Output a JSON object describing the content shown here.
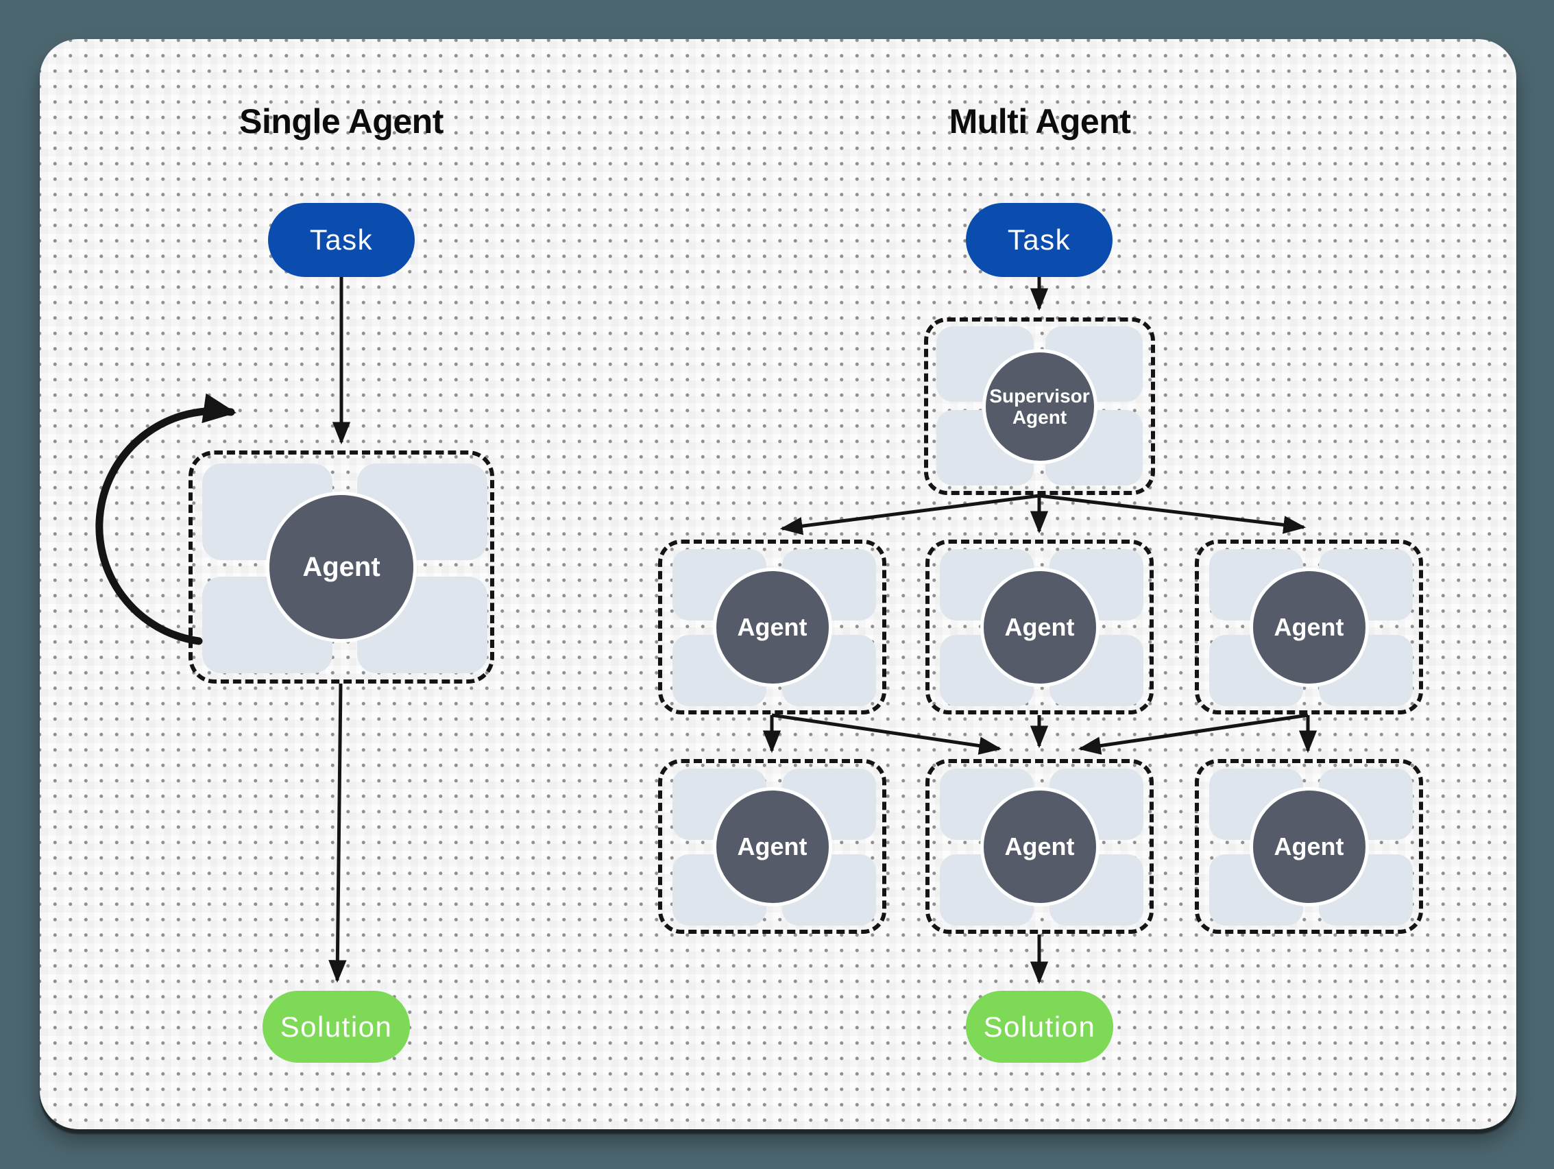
{
  "colors": {
    "page_bg": "#4c6670",
    "card_bg": "#fcfcfc",
    "dot": "#8f8f8f",
    "line": "#141414",
    "task_fill": "#0b4dae",
    "solution_fill": "#7ed957",
    "agent_fill": "#555b69",
    "slot_fill": "#dee5ed",
    "title_color": "#0c0c0c",
    "pill_text": "#ffffff"
  },
  "single": {
    "title": "Single Agent",
    "task_label": "Task",
    "agent_label": "Agent",
    "solution_label": "Solution"
  },
  "multi": {
    "title": "Multi Agent",
    "task_label": "Task",
    "supervisor": {
      "line1": "Supervisor",
      "line2": "Agent"
    },
    "workers_row1": [
      {
        "label": "Agent"
      },
      {
        "label": "Agent"
      },
      {
        "label": "Agent"
      }
    ],
    "workers_row2": [
      {
        "label": "Agent"
      },
      {
        "label": "Agent"
      },
      {
        "label": "Agent"
      }
    ],
    "solution_label": "Solution"
  }
}
